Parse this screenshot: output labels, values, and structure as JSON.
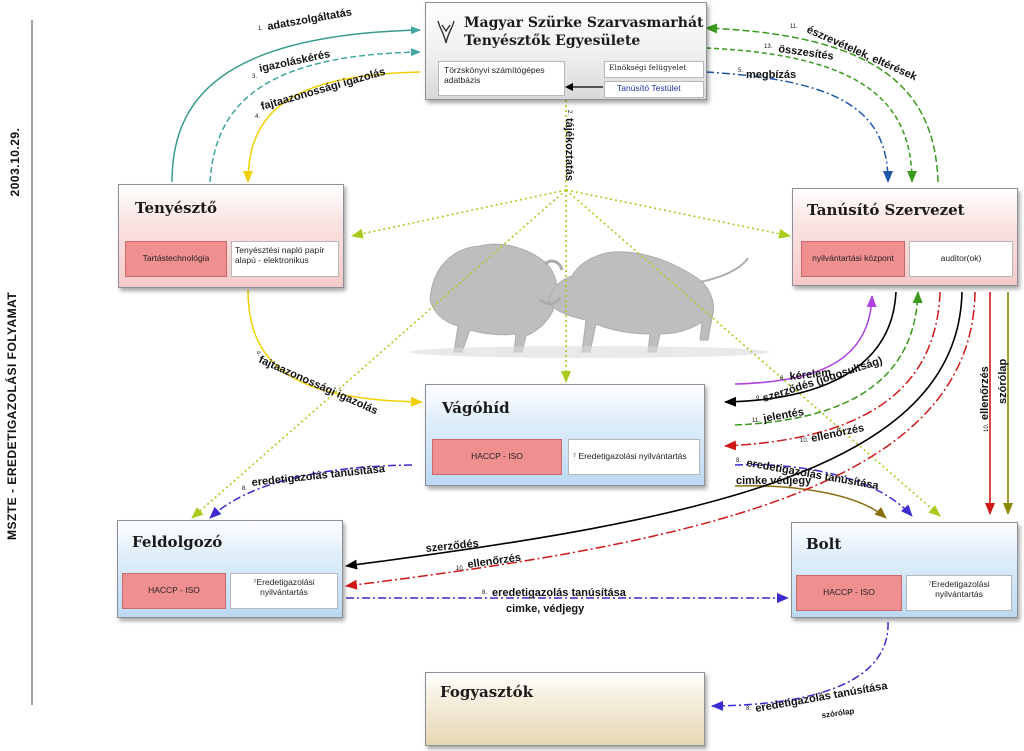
{
  "side": {
    "date": "2003.10.29.",
    "title": "MSZTE - EREDETIGAZOLÁSI FOLYAMAT"
  },
  "nodes": {
    "association": {
      "title_line1": "Magyar Szürke Szarvasmarhát",
      "title_line2": "Tenyésztők Egyesülete",
      "database": "Törzskönyvi számítógépes adatbázis",
      "board": "Elnökségi felügyelet",
      "council": "Tanúsító Testület"
    },
    "breeder": {
      "title": "Tenyésztő",
      "keeping": "Tartástechnológia",
      "diary": "Tenyésztési napló papír alapú - elektronikus"
    },
    "certifier": {
      "title": "Tanúsító Szervezet",
      "registry": "nyilvántartási központ",
      "auditor": "auditor(ok)"
    },
    "slaughterhouse": {
      "title": "Vágóhíd",
      "haccp": "HACCP  -  ISO",
      "record": "⁷ Eredetigazolási nyilvántartás"
    },
    "processor": {
      "title": "Feldolgozó",
      "haccp": "HACCP  -  ISO",
      "record": "⁷Eredetigazolási nyilvántartás"
    },
    "shop": {
      "title": "Bolt",
      "haccp": "HACCP  -  ISO",
      "record": "⁷Eredetigazolási nyilvántartás"
    },
    "consumers": {
      "title": "Fogyasztók"
    }
  },
  "flows": [
    {
      "num": "1.",
      "label": "adatszolgáltatás",
      "color": "#3a9a8c"
    },
    {
      "num": "3.",
      "label": "igazoláskérés",
      "color": "#3fa6a0"
    },
    {
      "num": "4.",
      "label": "fajtaazonossági igazolás",
      "color": "#e8c800"
    },
    {
      "num": "11.",
      "label": "észrevételek, eltérések",
      "color": "#3a8a1e"
    },
    {
      "num": "13.",
      "label": "összesítés",
      "color": "#3a8a1e"
    },
    {
      "num": "5.",
      "label": "megbízás",
      "color": "#1f57a8"
    },
    {
      "num": "2.",
      "label": "tájékoztatás",
      "color": "#9cc21a"
    },
    {
      "num": "4.",
      "label": "fajtaazonossági igazolás",
      "color": "#e8c800"
    },
    {
      "num": "6.",
      "label": "kérelem",
      "color": "#a23fd0"
    },
    {
      "num": "9.",
      "label": "szerződés (jogosultság)",
      "color": "#000000"
    },
    {
      "num": "11.",
      "label": "jelentés",
      "color": "#3a8a1e"
    },
    {
      "num": "10.",
      "label": "ellenőrzés",
      "color": "#c8161d"
    },
    {
      "num": "8.",
      "label": "eredetigazolás tanúsítása",
      "color": "#2c2cc0"
    },
    {
      "num": "",
      "label": "cimke védjegy",
      "color": "#8a6a00"
    },
    {
      "num": "10.",
      "label": "ellenőrzés",
      "color": "#c8161d"
    },
    {
      "num": "",
      "label": "szórólap",
      "color": "#8a8a00"
    },
    {
      "num": "8.",
      "label": "eredetigazolás tanúsítása",
      "color": "#2c2cc0"
    },
    {
      "num": "",
      "label": "szerződés",
      "color": "#000000"
    },
    {
      "num": "10.",
      "label": "ellenőrzés",
      "color": "#c8161d"
    },
    {
      "num": "8.",
      "label": "eredetigazolás tanúsítása",
      "color": "#2c2cc0"
    },
    {
      "num": "",
      "label": "cimke, védjegy",
      "color": "#2c2cc0"
    },
    {
      "num": "8.",
      "label": "eredetigazolás tanúsítása",
      "color": "#2c2cc0"
    },
    {
      "num": "",
      "label": "szórólap",
      "color": "#2c2cc0"
    }
  ]
}
